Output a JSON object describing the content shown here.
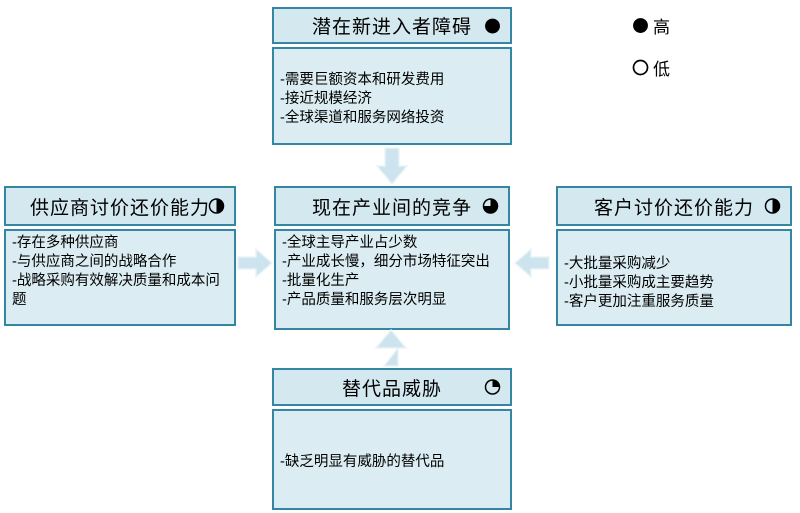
{
  "legend": {
    "high": {
      "symbol_icon": "circle-full",
      "label": "高"
    },
    "low": {
      "symbol_icon": "circle-empty",
      "label": "低"
    }
  },
  "boxes": {
    "top": {
      "title": "潜在新进入者障碍",
      "level_icon": "circle-full",
      "items": [
        "-需要巨额资本和研发费用",
        "-接近规模经济",
        "-全球渠道和服务网络投资"
      ]
    },
    "left": {
      "title": "供应商讨价还价能力",
      "level_icon": "circle-right-half",
      "items": [
        "-存在多种供应商",
        "-与供应商之间的战略合作",
        "-战略采购有效解决质量和成本问题"
      ]
    },
    "center": {
      "title": "现在产业间的竞争",
      "level_icon": "circle-three-quarters",
      "items": [
        "-全球主导产业占少数",
        "-产业成长慢，细分市场特征突出",
        "-批量化生产",
        "-产品质量和服务层次明显"
      ]
    },
    "right": {
      "title": "客户讨价还价能力",
      "level_icon": "circle-right-half",
      "items": [
        "-大批量采购减少",
        "-小批量采购成主要趋势",
        "-客户更加注重服务质量"
      ]
    },
    "bottom": {
      "title": "替代品威胁",
      "level_icon": "circle-quarter",
      "items": [
        "-缺乏明显有威胁的替代品"
      ]
    }
  },
  "colors": {
    "box_border": "#3486a2",
    "header_fill": "#d3e8ef",
    "body_fill": "#dbedf2",
    "arrow_fill": "#cde3ed",
    "symbol": "#000000"
  }
}
